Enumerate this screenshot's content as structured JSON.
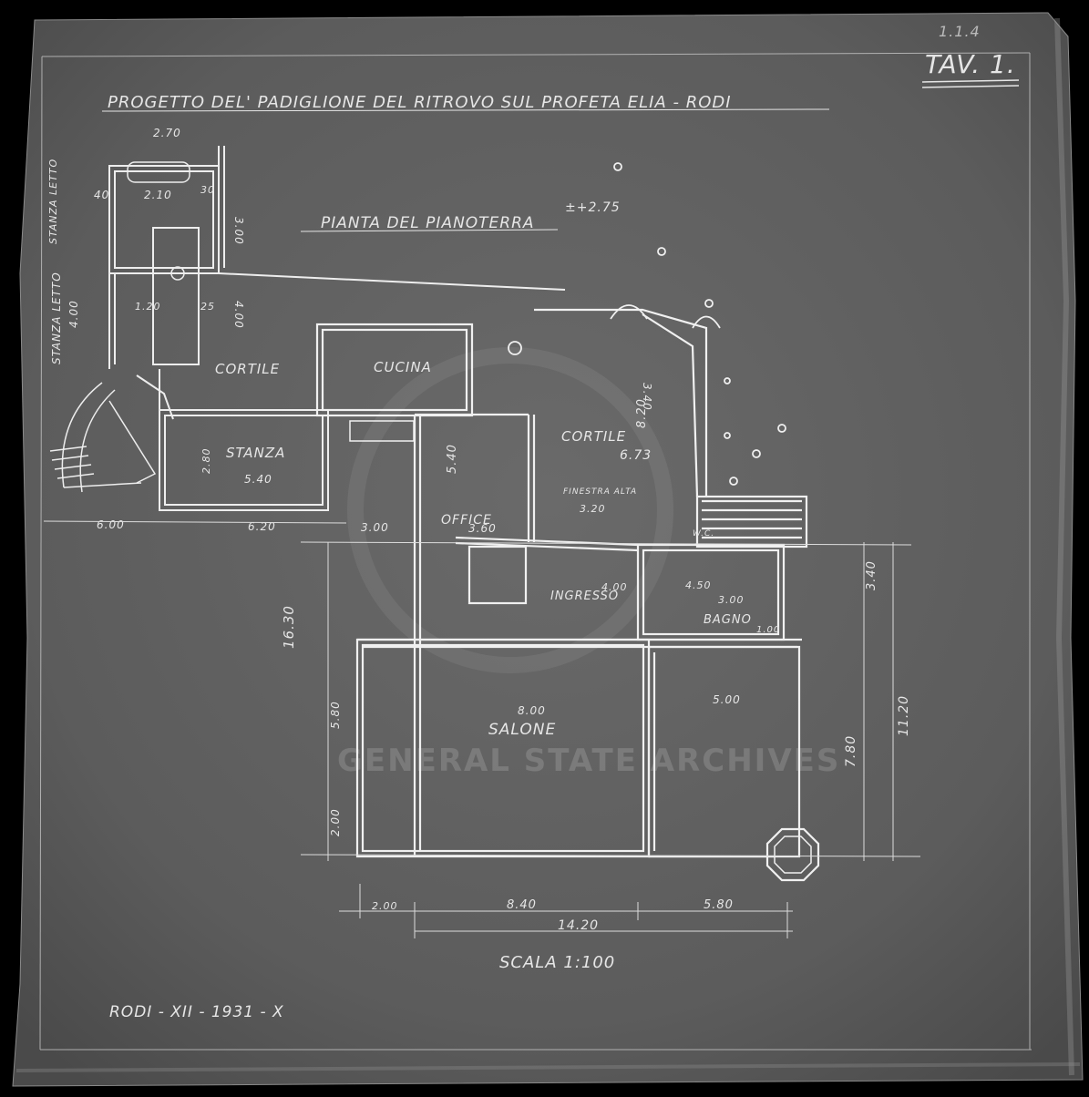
{
  "sheet": {
    "tav_label": "TAV. 1.",
    "ref_number": "1.1.4",
    "title": "PROGETTO DEL' PADIGLIONE DEL RITROVO SUL PROFETA ELIA - RODI",
    "subtitle": "PIANTA DEL PIANOTERRA",
    "elevation": "±+2.75",
    "scale": "SCALA 1:100",
    "date_place": "RODI - XII - 1931 - X",
    "watermark_line1": "GENERAL STATE ARCHIVES"
  },
  "rooms": {
    "cortile_left": "CORTILE",
    "cucina": "CUCINA",
    "cortile_right": "CORTILE",
    "stanza": "STANZA",
    "stanza_letto_1": "STANZA LETTO",
    "stanza_letto_2": "STANZA LETTO",
    "office": "OFFICE",
    "ingresso": "INGRESSO",
    "bagno": "BAGNO",
    "salone": "SALONE",
    "finestra_alta": "FINESTRA ALTA",
    "w_c": "W.C."
  },
  "dimensions": {
    "d_270": "2.70",
    "d_210": "2.10",
    "d_40a": "40",
    "d_30a": "30",
    "d_300v": "3.00",
    "d_400v": "4.00",
    "d_400left": "4.00",
    "d_120": "1.20",
    "d_25": "25",
    "d_540a": "5.40",
    "d_280": "2.80",
    "d_600": "6.00",
    "d_620": "6.20",
    "d_300h": "3.00",
    "d_360": "3.60",
    "d_540b": "5.40",
    "d_320": "3.20",
    "d_673": "6.73",
    "d_820": "8.20",
    "d_340a": "3.40",
    "d_340b": "3.40",
    "d_1630": "16.30",
    "d_580v": "5.80",
    "d_200v": "2.00",
    "d_800": "8.00",
    "d_500": "5.00",
    "d_780": "7.80",
    "d_1120": "11.20",
    "d_200h": "2.00",
    "d_840": "8.40",
    "d_580h": "5.80",
    "d_1420": "14.20",
    "d_400ingr": "4.00",
    "d_450": "4.50",
    "d_300bagno": "3.00",
    "d_100": "1.00"
  }
}
